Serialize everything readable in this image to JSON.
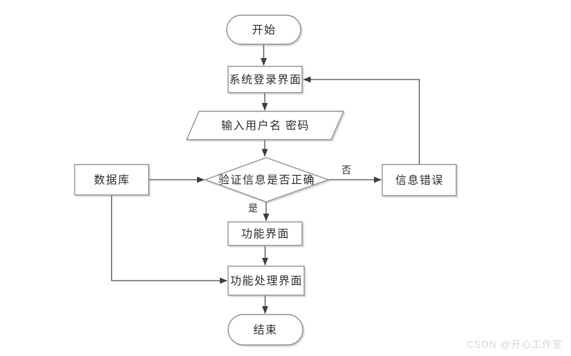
{
  "flowchart": {
    "nodes": {
      "start": "开始",
      "login_screen": "系统登录界面",
      "input_credentials": "输入用户名 密码",
      "verify_decision": "验证信息是否正确",
      "database": "数据库",
      "info_error": "信息错误",
      "function_screen": "功能界面",
      "function_process_screen": "功能处理界面",
      "end": "结束"
    },
    "edge_labels": {
      "no": "否",
      "yes": "是"
    }
  },
  "watermark": {
    "text": "CSDN @开心工作室",
    "color": "#d6d6d6"
  },
  "colors": {
    "background": "#ffffff",
    "shape_fill": "#ffffff",
    "shape_border": "#8f8f8f",
    "connector": "#474747",
    "text": "#2b2b2b"
  }
}
